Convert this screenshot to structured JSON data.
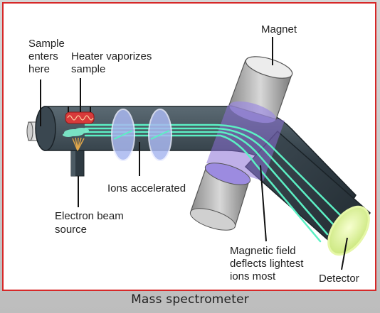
{
  "diagram": {
    "labels": {
      "magnet": "Magnet",
      "sample_enters": [
        "Sample",
        "enters",
        "here"
      ],
      "heater_vaporizes": [
        "Heater vaporizes",
        "sample"
      ],
      "ions_accelerated": "Ions accelerated",
      "electron_beam_source": [
        "Electron beam",
        "source"
      ],
      "magnetic_field_deflects": [
        "Magnetic field",
        "deflects lightest",
        "ions most"
      ],
      "detector": "Detector"
    }
  },
  "caption": "Mass spectrometer",
  "colors": {
    "frame_border": "#d62828",
    "tube": "#2e3a42",
    "ion_beam": "#5cf0c4",
    "magnet_field": "#8b6fd6",
    "detector_plate": "#e6f7a8",
    "heater_coil": "#d83a3a",
    "electron_beam": "#e0a64a"
  }
}
